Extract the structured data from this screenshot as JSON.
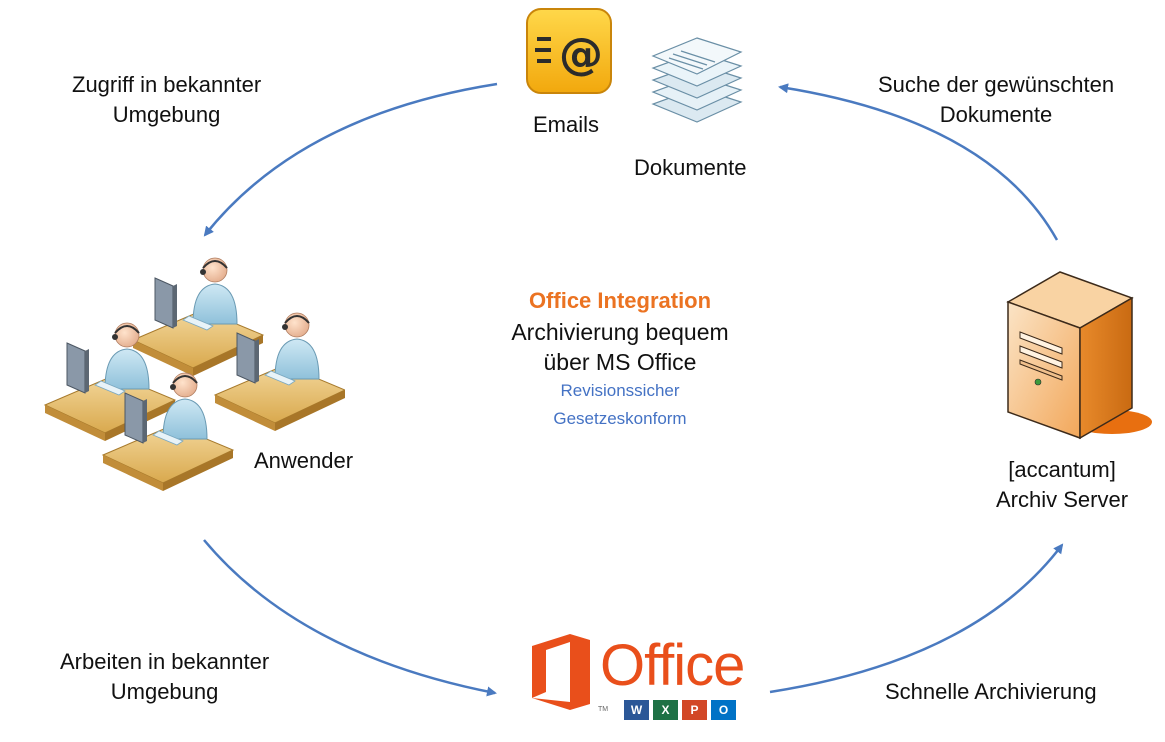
{
  "colors": {
    "arrow": "#4a7ac0",
    "accent_orange": "#eb7322",
    "accent_blue": "#4472c4",
    "office_red": "#e94f1b"
  },
  "icons": {
    "email": "email-at-icon",
    "documents": "document-stack-icon",
    "users": "user-workstations-icon",
    "server": "server-tower-icon",
    "office": "office-logo-icon"
  },
  "nodes": {
    "emails": "Emails",
    "dokumente": "Dokumente",
    "anwender": "Anwender",
    "server_line1": "[accantum]",
    "server_line2": "Archiv Server",
    "office_word": "Office",
    "office_tm": "TM"
  },
  "edges": {
    "top_left_line1": "Zugriff in bekannter",
    "top_left_line2": "Umgebung",
    "top_right_line1": "Suche der gewünschten",
    "top_right_line2": "Dokumente",
    "bottom_left_line1": "Arbeiten in bekannter",
    "bottom_left_line2": "Umgebung",
    "bottom_right": "Schnelle Archivierung"
  },
  "center": {
    "title": "Office Integration",
    "line1": "Archivierung bequem",
    "line2": "über MS Office",
    "sub1": "Revisionssicher",
    "sub2": "Gesetzeskonform"
  },
  "app_tiles": [
    "W",
    "X",
    "P",
    "O"
  ]
}
